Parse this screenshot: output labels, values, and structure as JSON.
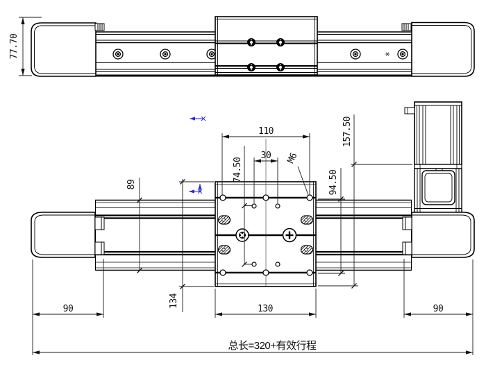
{
  "drawing": {
    "type": "cad-engineering-drawing",
    "product": "linear-motion-stage-two-view-drawing",
    "side_view": {
      "dim_overall_height": "77.70"
    },
    "plan_view": {
      "dim_hole_span": "110",
      "dim_hole_pitch": "30",
      "dim_hole_row_span": "74.50",
      "thread_callout": "M6",
      "dim_motor_face_to_plate": "157.50",
      "dim_hole_rows": "94.50",
      "dim_rail_width": "89",
      "dim_carriage_length": "134",
      "dim_carriage_width": "130",
      "dim_left_end_block": "90",
      "dim_right_end_block": "90"
    },
    "total_length_note": "总长=320+有效行程",
    "markers": {
      "grip_icon": "blue-grip-arrows",
      "point_icon": "asterisk-point-marker"
    },
    "colors": {
      "line": "#000000",
      "dimension": "#1a1a1a",
      "grip_blue": "#2929d8",
      "background": "#ffffff"
    }
  }
}
